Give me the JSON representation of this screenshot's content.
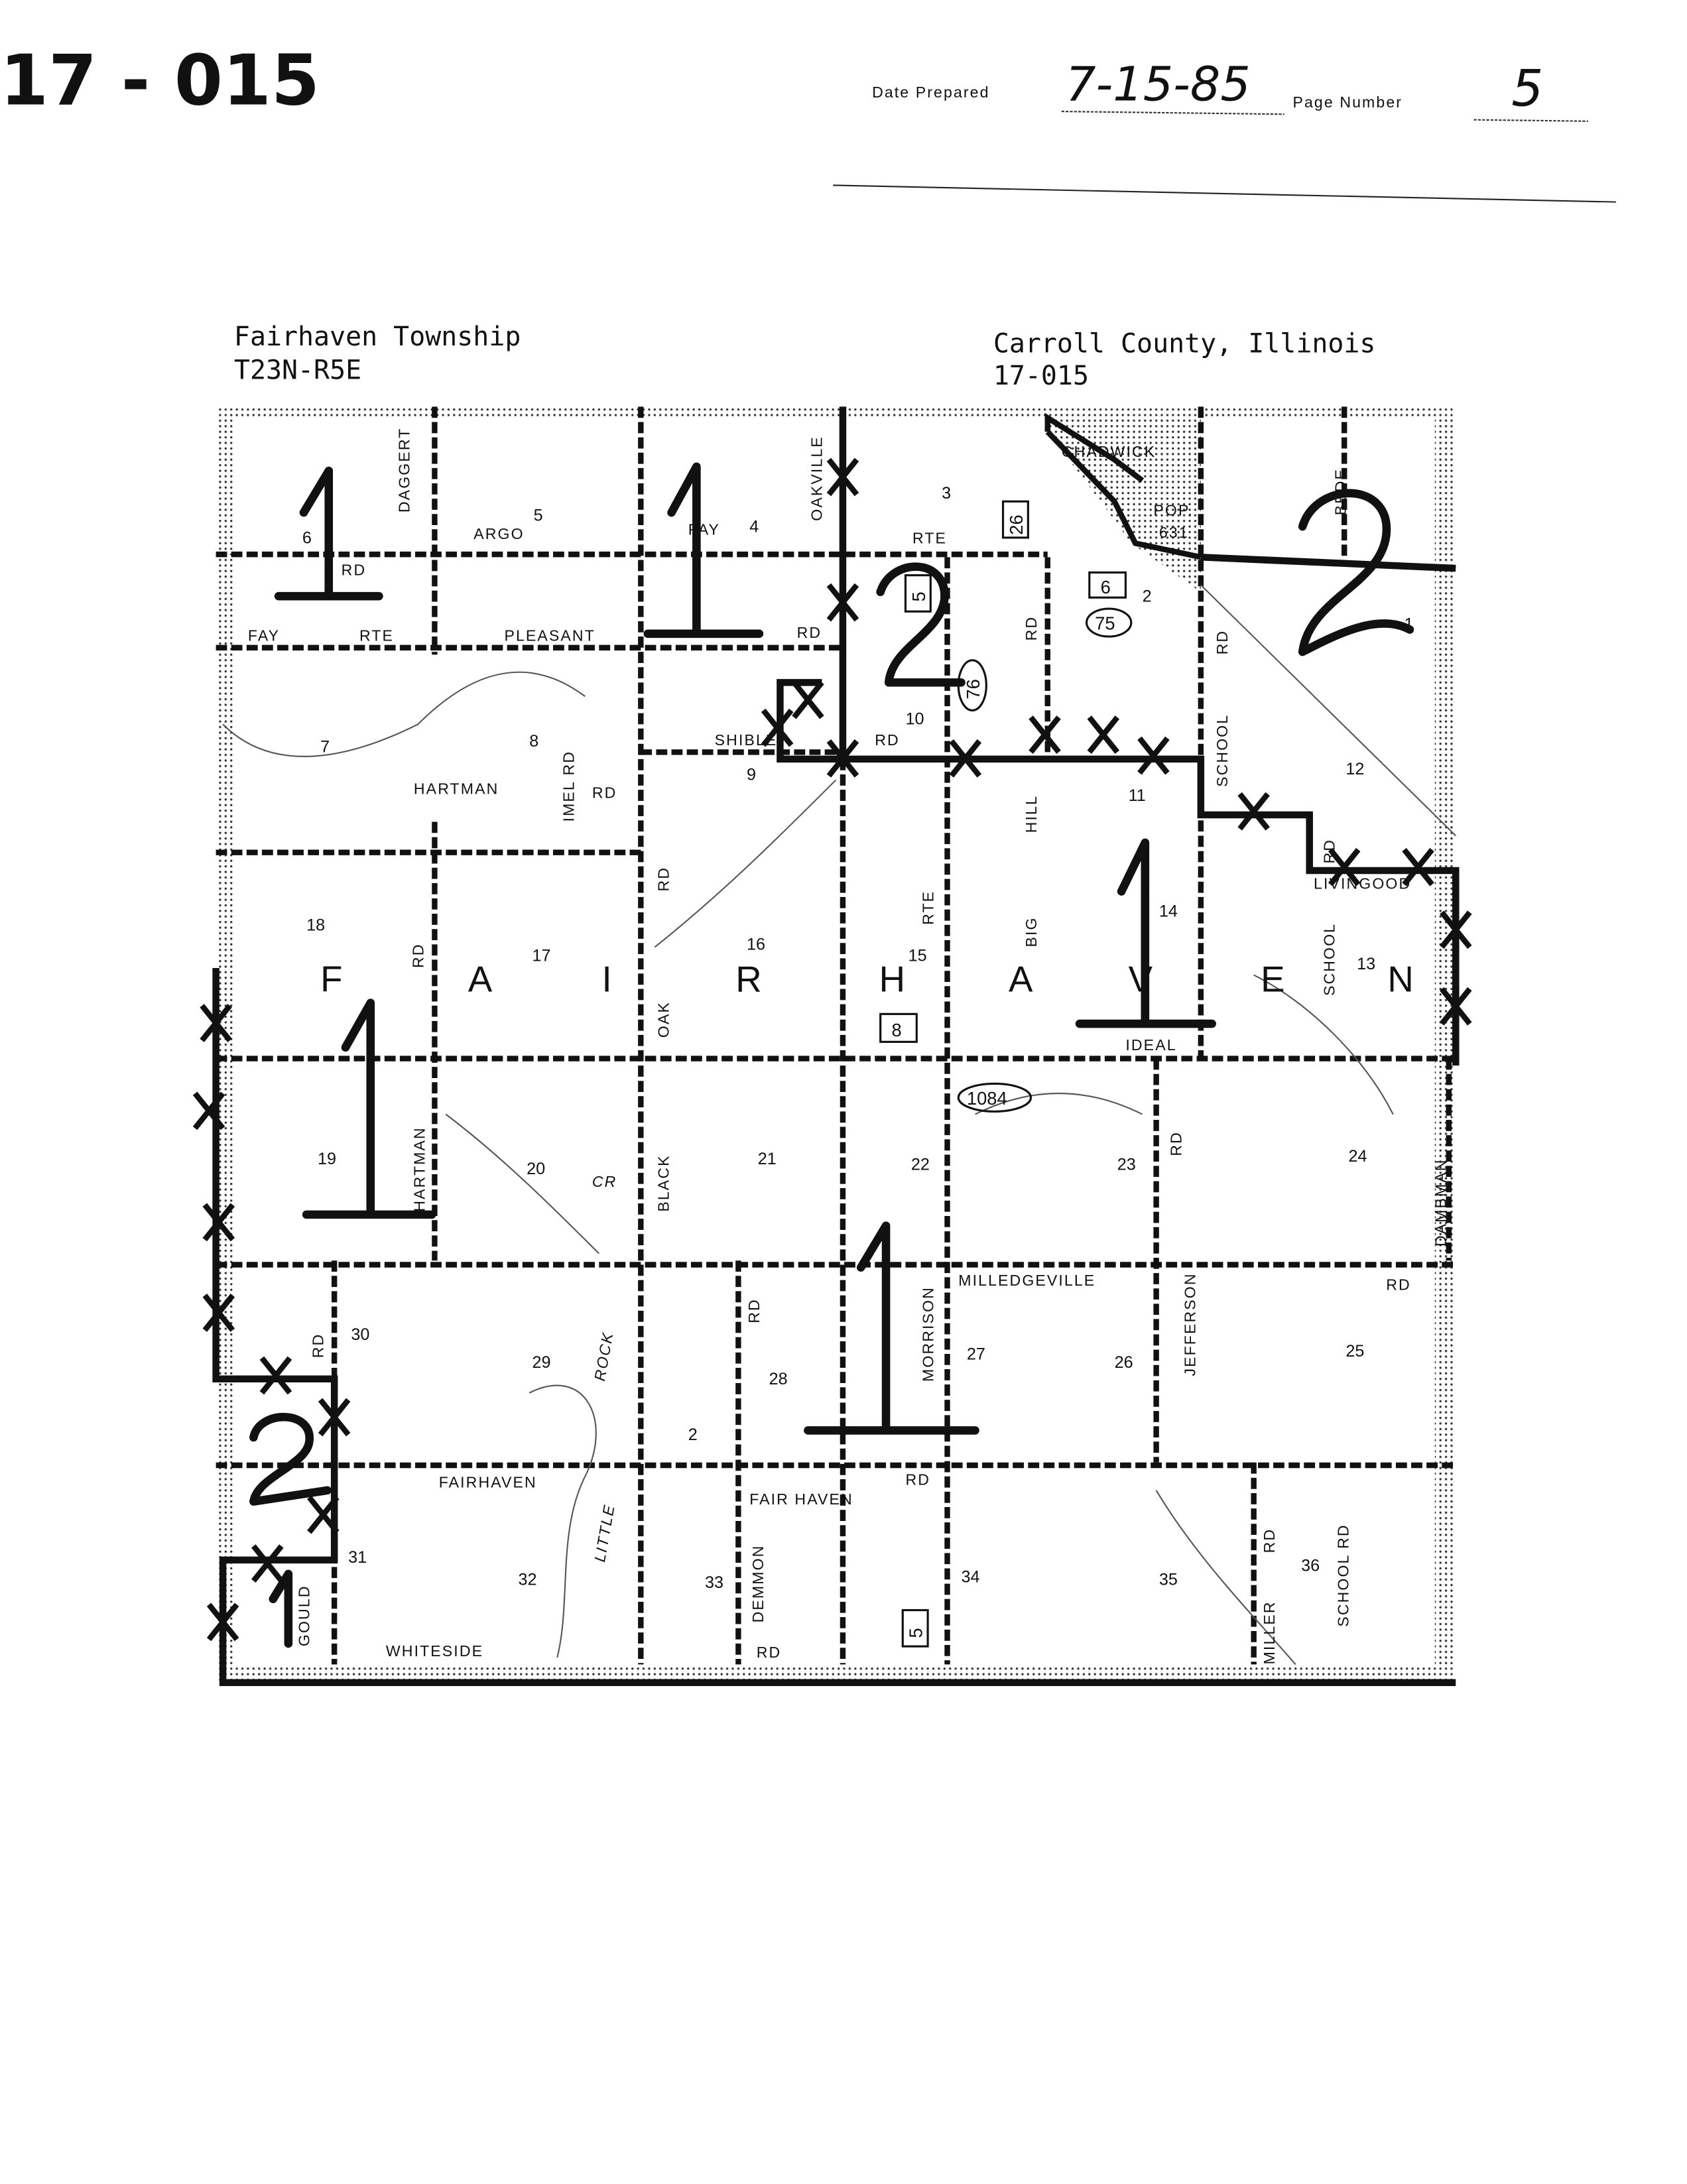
{
  "header": {
    "file_number": "17 - 015",
    "date_label": "Date Prepared",
    "date_value": "7-15-85",
    "page_label": "Page Number",
    "page_value": "5"
  },
  "map": {
    "township": "Fairhaven Township",
    "township_range": "T23N-R5E",
    "county": "Carroll County, Illinois",
    "county_code": "17-015",
    "town": "CHADWICK",
    "population_label": "POP.",
    "population": "631",
    "village": "FAIR HAVEN",
    "village_section_marker": "2",
    "township_letters": [
      "F",
      "A",
      "I",
      "R",
      "H",
      "A",
      "V",
      "E",
      "N"
    ],
    "sections": [
      "1",
      "2",
      "3",
      "4",
      "5",
      "6",
      "7",
      "8",
      "9",
      "10",
      "11",
      "12",
      "13",
      "14",
      "15",
      "16",
      "17",
      "18",
      "19",
      "20",
      "21",
      "22",
      "23",
      "24",
      "25",
      "26",
      "27",
      "28",
      "29",
      "30",
      "31",
      "32",
      "33",
      "34",
      "35",
      "36"
    ],
    "route_shields": [
      "26",
      "6",
      "75",
      "76",
      "8",
      "1084",
      "5",
      "5"
    ],
    "roads": {
      "daggert": "DAGGERT",
      "argo": "ARGO",
      "fay": "FAY",
      "rte": "RTE",
      "oakville": "OAKVILLE",
      "rd": "RD",
      "pleasant": "PLEASANT",
      "hill": "HILL",
      "shibley": "SHIBLEY",
      "hartman": "HARTMAN",
      "imel_rd": "IMEL RD",
      "oak": "OAK",
      "big": "BIG",
      "school": "SCHOOL",
      "school_rd": "SCHOOL RD",
      "livingood": "LIVINGOOD",
      "ideal": "IDEAL",
      "bede": "BEDE",
      "black": "BLACK",
      "dambman": "DAMBMAN",
      "milledgeville": "MILLEDGEVILLE",
      "morrison": "MORRISON",
      "jefferson": "JEFFERSON",
      "rock": "ROCK",
      "cr": "CR",
      "fairhaven": "FAIRHAVEN",
      "little": "LITTLE",
      "demmon": "DEMMON",
      "whiteside": "WHITESIDE",
      "miller": "MILLER",
      "gould": "GOULD"
    },
    "district_marks": [
      "1",
      "1",
      "2",
      "2",
      "1",
      "1",
      "1",
      "2",
      "1"
    ]
  }
}
